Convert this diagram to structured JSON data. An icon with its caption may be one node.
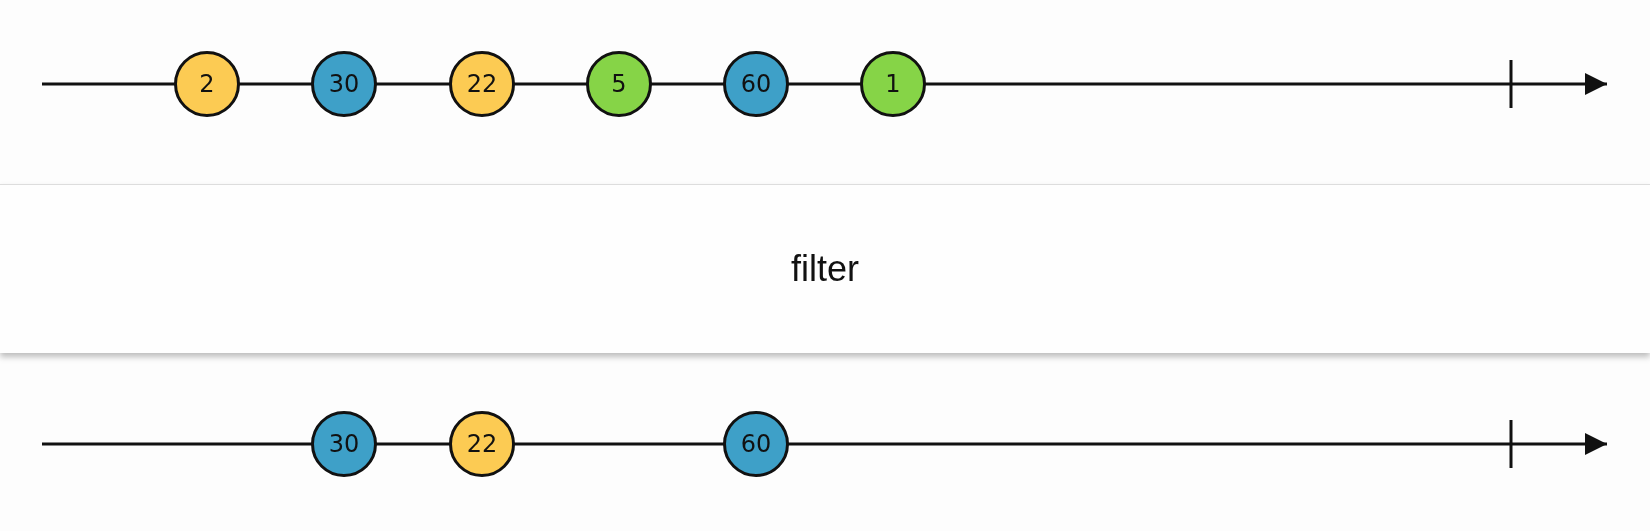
{
  "diagram": {
    "nodes": [
      {
        "text": [
          "2"
        ]
      },
      {
        "text": [
          "30"
        ]
      },
      {
        "text": [
          "22"
        ]
      },
      {
        "text": [
          "5"
        ]
      },
      {
        "text": [
          "60"
        ]
      },
      {
        "text": [
          "1"
        ]
      },
      {
        "text": [
          "filter"
        ]
      },
      {
        "text": [
          "30"
        ]
      },
      {
        "text": [
          "22"
        ]
      },
      {
        "text": [
          "60"
        ]
      }
    ]
  }
}
